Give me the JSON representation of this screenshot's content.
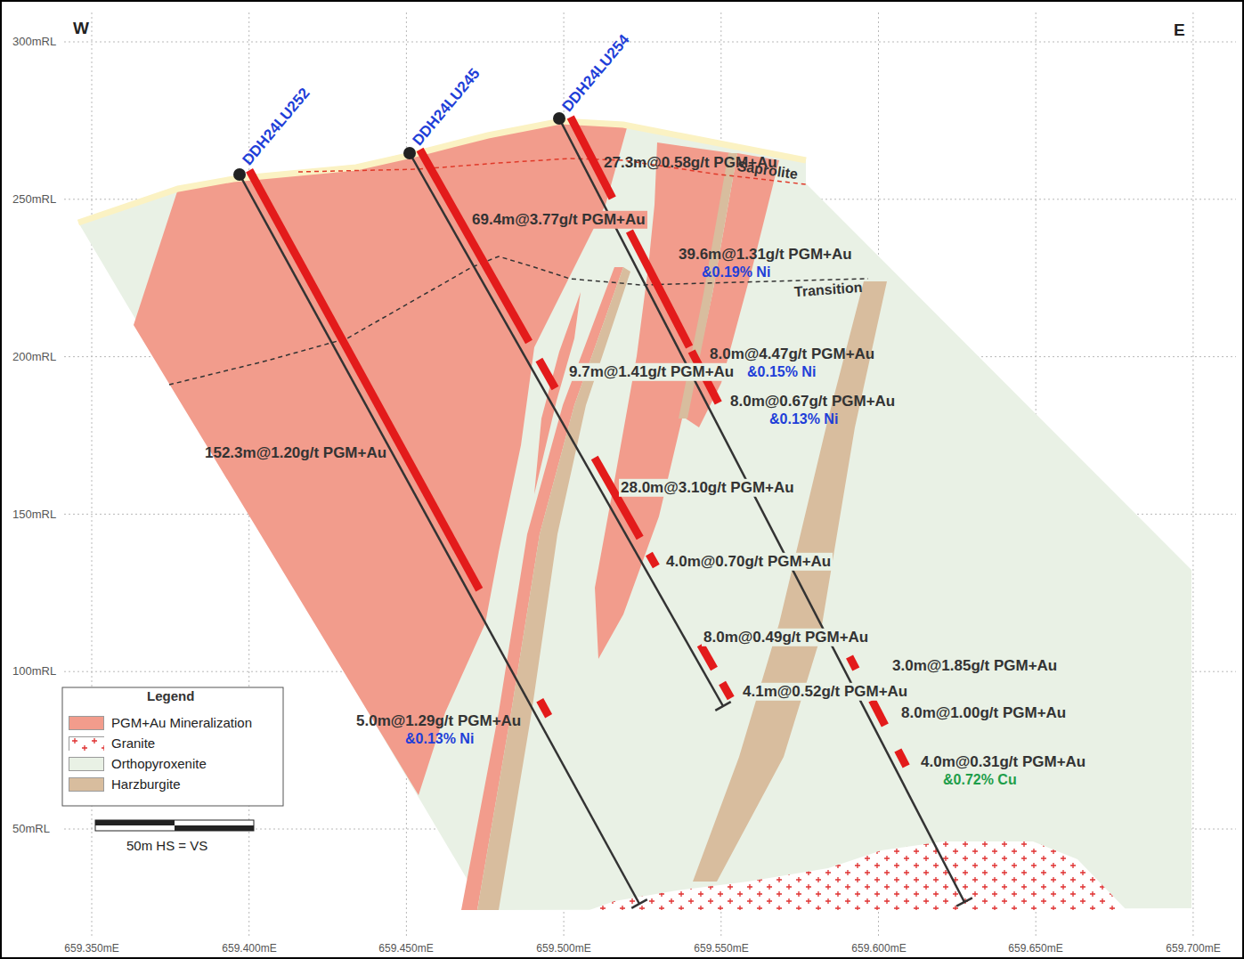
{
  "diagram": {
    "labels": [
      "W",
      "E",
      "300mRL",
      "250mRL",
      "200mRL",
      "150mRL",
      "100mRL",
      "50mRL",
      "659.350mE",
      "659.400mE",
      "659.450mE",
      "659.500mE",
      "659.550mE",
      "659.600mE",
      "659.650mE",
      "659.700mE",
      "DDH24LU252",
      "DDH24LU245",
      "DDH24LU254",
      "27.3m@0.58g/t PGM+Au",
      "Saprolite",
      "69.4m@3.77g/t PGM+Au",
      "39.6m@1.31g/t PGM+Au",
      "&0.19% Ni",
      "Transition",
      "8.0m@4.47g/t PGM+Au",
      "&0.15% Ni",
      "9.7m@1.41g/t PGM+Au",
      "8.0m@0.67g/t PGM+Au",
      "&0.13% Ni",
      "152.3m@1.20g/t PGM+Au",
      "28.0m@3.10g/t PGM+Au",
      "4.0m@0.70g/t PGM+Au",
      "8.0m@0.49g/t PGM+Au",
      "3.0m@1.85g/t PGM+Au",
      "4.1m@0.52g/t PGM+Au",
      "5.0m@1.29g/t PGM+Au",
      "&0.13% Ni",
      "8.0m@1.00g/t PGM+Au",
      "4.0m@0.31g/t PGM+Au",
      "&0.72% Cu",
      "Legend",
      "50m HS = VS"
    ],
    "legend": [
      {
        "text": "PGM+Au Mineralization",
        "color": "#f29c8c"
      },
      {
        "text": "Granite"
      },
      {
        "text": "Orthopyroxenite",
        "color": "#e9f1e5"
      },
      {
        "text": "Harzburgite",
        "color": "#d8bd9e"
      }
    ]
  }
}
